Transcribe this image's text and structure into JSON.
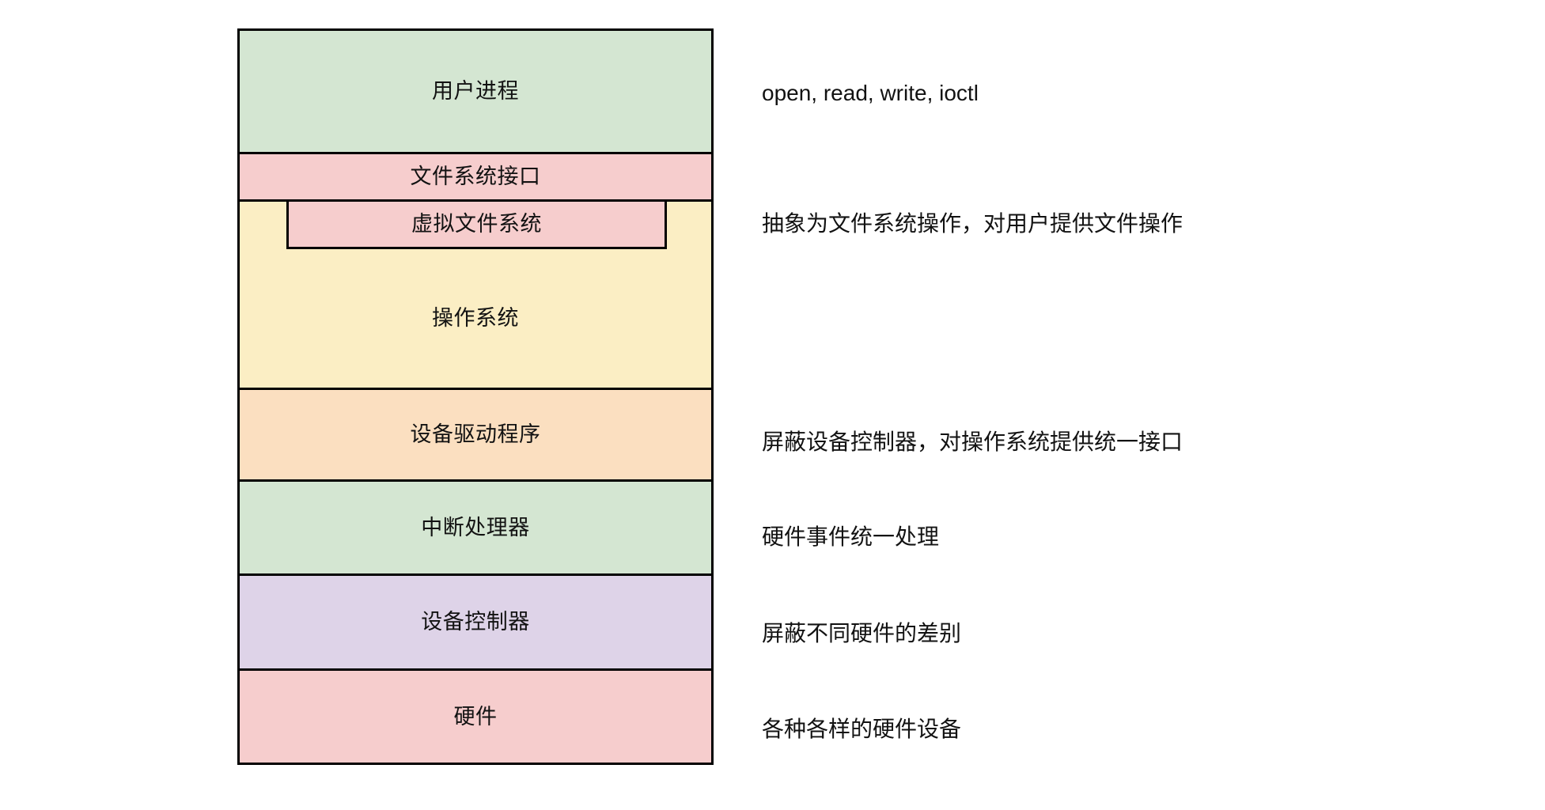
{
  "diagram": {
    "background_color": "#ffffff",
    "border_color": "#000000",
    "layers": [
      {
        "id": "user-process",
        "label": "用户进程",
        "fill": "#d4e6d2",
        "annotation": "open, read, write, ioctl"
      },
      {
        "id": "file-system-interface",
        "label": "文件系统接口",
        "fill": "#f6cdcd",
        "annotation": ""
      },
      {
        "id": "operating-system",
        "label": "操作系统",
        "fill": "#fbeec4",
        "annotation": "",
        "inset": {
          "id": "virtual-file-system",
          "label": "虚拟文件系统",
          "fill": "#f6cdcd",
          "annotation": "抽象为文件系统操作，对用户提供文件操作"
        }
      },
      {
        "id": "device-driver",
        "label": "设备驱动程序",
        "fill": "#fbdfc0",
        "annotation": "屏蔽设备控制器，对操作系统提供统一接口"
      },
      {
        "id": "interrupt-handler",
        "label": "中断处理器",
        "fill": "#d4e6d2",
        "annotation": "硬件事件统一处理"
      },
      {
        "id": "device-controller",
        "label": "设备控制器",
        "fill": "#ded3e8",
        "annotation": "屏蔽不同硬件的差别"
      },
      {
        "id": "hardware",
        "label": "硬件",
        "fill": "#f6cdcd",
        "annotation": "各种各样的硬件设备"
      }
    ]
  }
}
